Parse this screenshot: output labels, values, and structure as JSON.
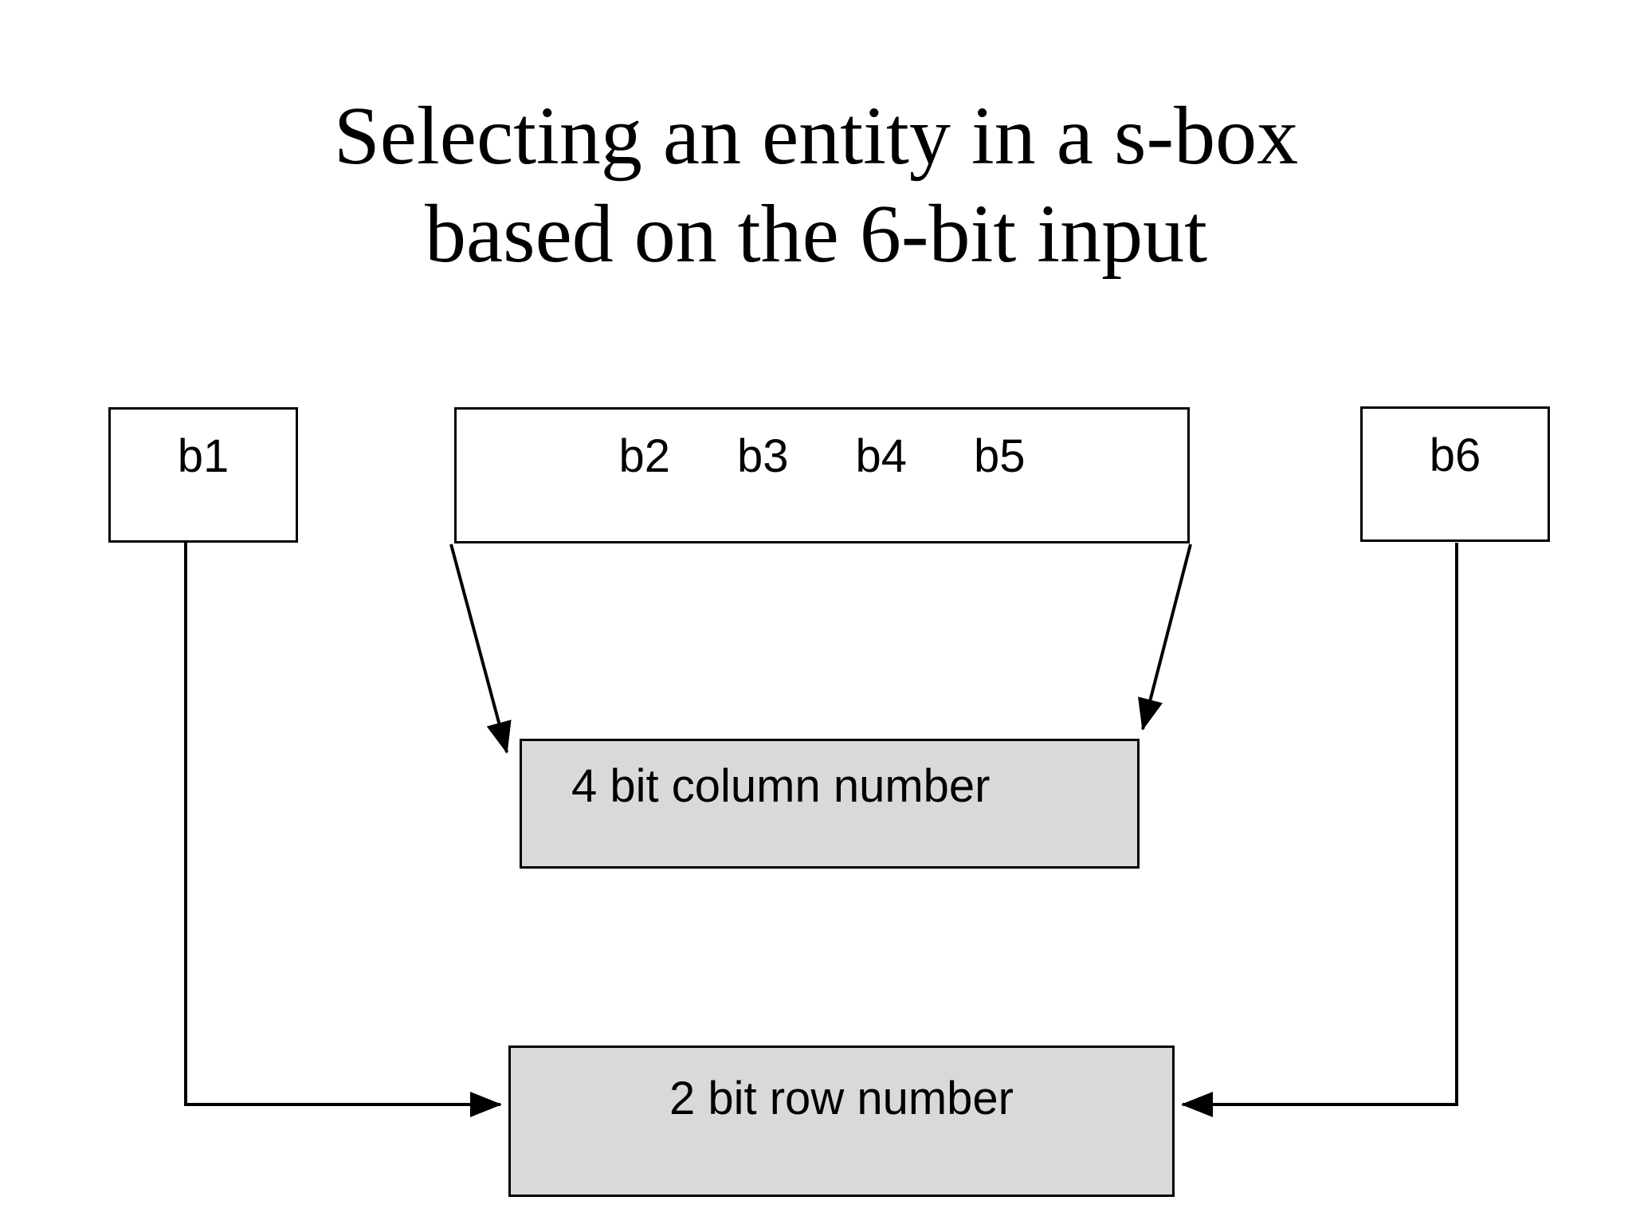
{
  "slide": {
    "title_lines": [
      "Selecting an entity in a s-box",
      "based on the 6-bit input"
    ],
    "background_color": "#ffffff",
    "text_color": "#000000",
    "shaded_fill_color": "#d9d9d9",
    "stroke_color": "#000000"
  },
  "nodes": {
    "b1": {
      "label": "b1"
    },
    "middle_bits": [
      {
        "label": "b2"
      },
      {
        "label": "b3"
      },
      {
        "label": "b4"
      },
      {
        "label": "b5"
      }
    ],
    "b6": {
      "label": "b6"
    },
    "column_number": {
      "label": "4 bit column number"
    },
    "row_number": {
      "label": "2 bit row number"
    }
  },
  "connectors": [
    {
      "name": "b2-to-column-number",
      "from": "middle-bits-box-left",
      "to": "column-number-box-left",
      "style": "diagonal-arrow"
    },
    {
      "name": "b5-to-column-number",
      "from": "middle-bits-box-right",
      "to": "column-number-box-right",
      "style": "diagonal-arrow"
    },
    {
      "name": "b1-to-row-number",
      "from": "b1-box-bottom",
      "to": "row-number-box-left",
      "style": "elbow-arrow"
    },
    {
      "name": "b6-to-row-number",
      "from": "b6-box-bottom",
      "to": "row-number-box-right",
      "style": "elbow-arrow"
    }
  ]
}
